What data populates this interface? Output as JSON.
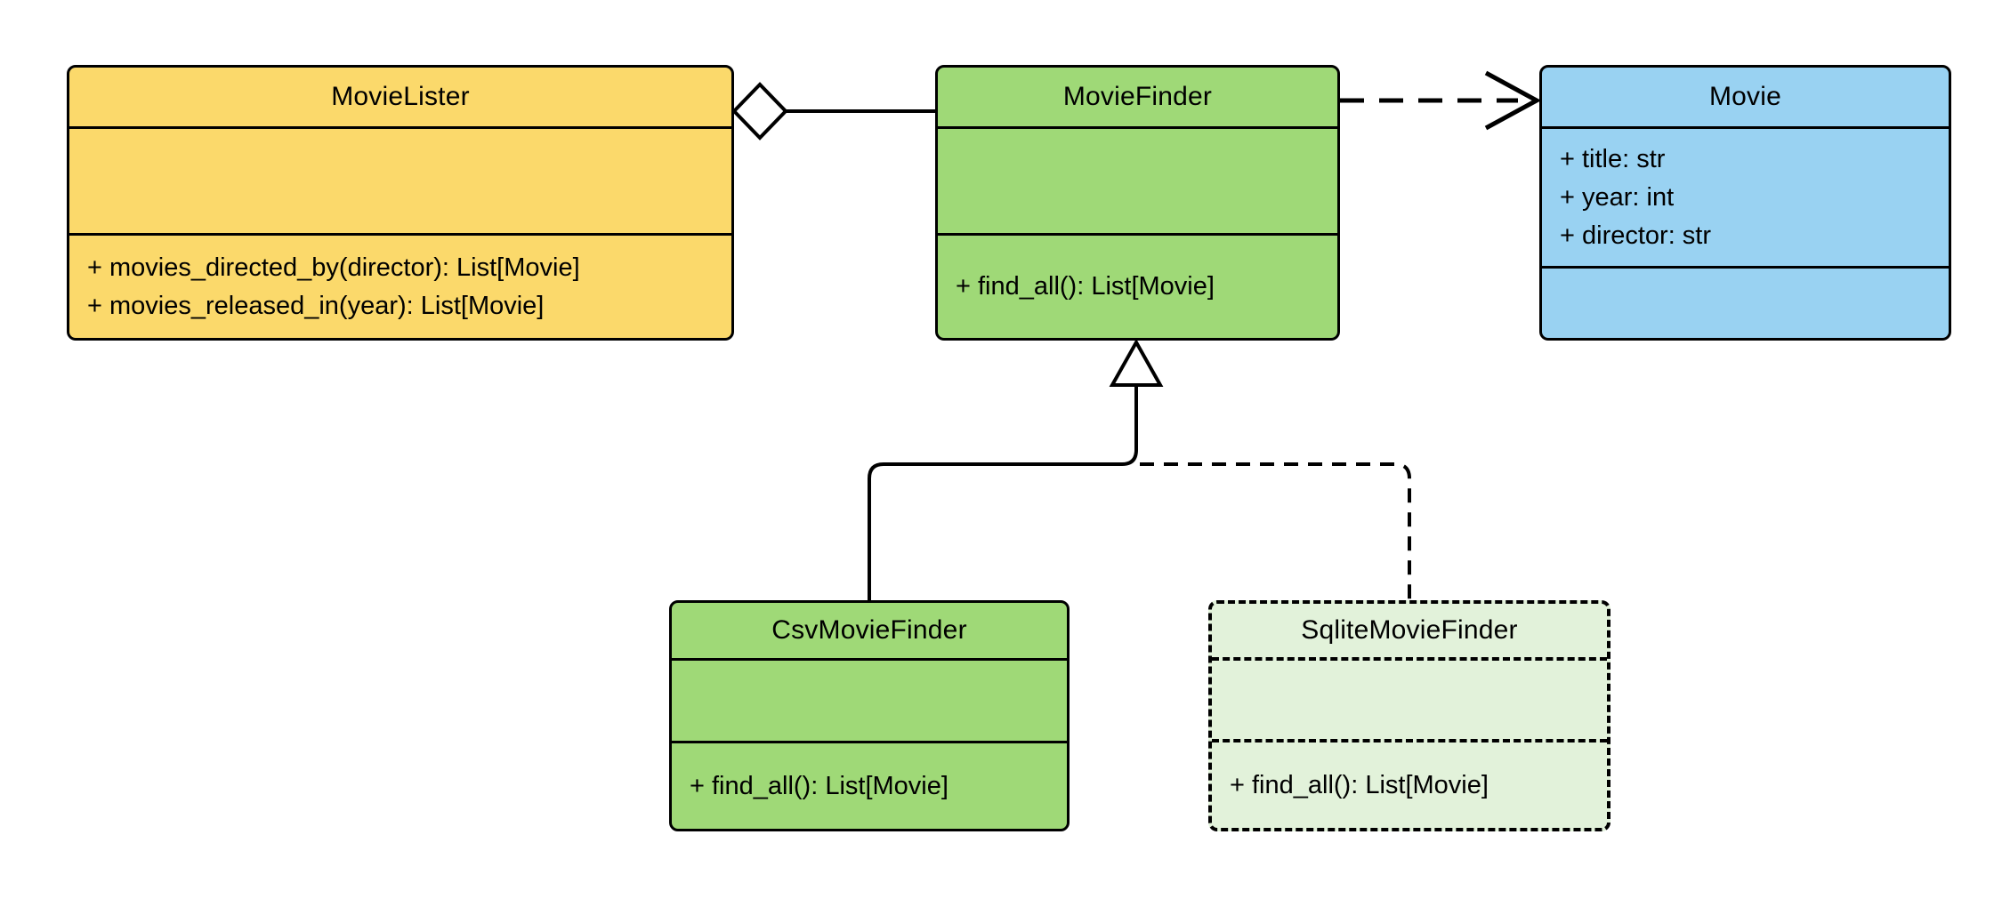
{
  "diagram": {
    "type": "uml-class-diagram",
    "classes": [
      {
        "name": "MovieLister",
        "attributes": [],
        "methods": [
          "+ movies_directed_by(director): List[Movie]",
          "+ movies_released_in(year): List[Movie]"
        ],
        "fill": "#FBD96B",
        "border_style": "solid"
      },
      {
        "name": "MovieFinder",
        "attributes": [],
        "methods": [
          "+ find_all(): List[Movie]"
        ],
        "fill": "#9FD977",
        "border_style": "solid"
      },
      {
        "name": "Movie",
        "attributes": [
          "+ title: str",
          "+ year: int",
          "+ director: str"
        ],
        "methods": [],
        "fill": "#99D2F2",
        "border_style": "solid"
      },
      {
        "name": "CsvMovieFinder",
        "attributes": [],
        "methods": [
          "+ find_all(): List[Movie]"
        ],
        "fill": "#9FD977",
        "border_style": "solid"
      },
      {
        "name": "SqliteMovieFinder",
        "attributes": [],
        "methods": [
          "+ find_all(): List[Movie]"
        ],
        "fill": "#E2F2DA",
        "border_style": "dashed"
      }
    ],
    "relationships": [
      {
        "type": "aggregation",
        "from": "MovieLister",
        "to": "MovieFinder",
        "line": "solid",
        "marker": "hollow-diamond"
      },
      {
        "type": "dependency",
        "from": "MovieFinder",
        "to": "Movie",
        "line": "dashed",
        "marker": "open-arrow"
      },
      {
        "type": "inheritance",
        "from": "CsvMovieFinder",
        "to": "MovieFinder",
        "line": "solid",
        "marker": "hollow-triangle"
      },
      {
        "type": "inheritance",
        "from": "SqliteMovieFinder",
        "to": "MovieFinder",
        "line": "dashed",
        "marker": "hollow-triangle"
      }
    ],
    "colors": {
      "yellow": "#FBD96B",
      "green": "#9FD977",
      "blue": "#99D2F2",
      "light_green": "#E2F2DA",
      "stroke": "#000000",
      "background": "#FFFFFF"
    }
  }
}
